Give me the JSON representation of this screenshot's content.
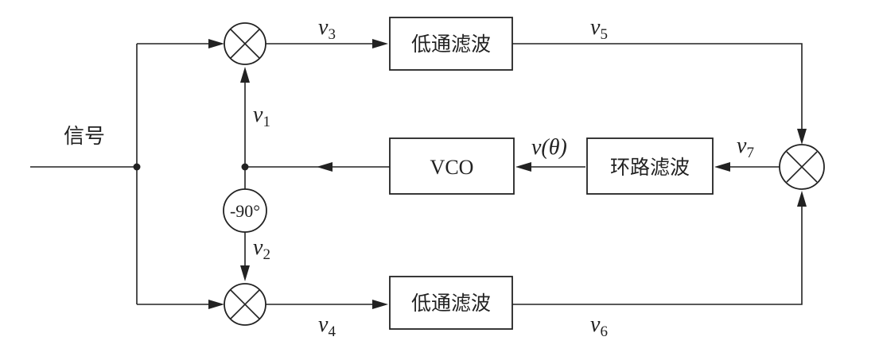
{
  "input_label": "信号",
  "blocks": {
    "lpf_top": "低通滤波",
    "lpf_bottom": "低通滤波",
    "vco": "VCO",
    "loop_filter": "环路滤波"
  },
  "phase_shifter": "-90°",
  "signals": {
    "v1": {
      "base": "v",
      "sub": "1"
    },
    "v2": {
      "base": "v",
      "sub": "2"
    },
    "v3": {
      "base": "v",
      "sub": "3"
    },
    "v4": {
      "base": "v",
      "sub": "4"
    },
    "v5": {
      "base": "v",
      "sub": "5"
    },
    "v6": {
      "base": "v",
      "sub": "6"
    },
    "v7": {
      "base": "v",
      "sub": "7"
    },
    "v_theta": "v(θ)"
  }
}
